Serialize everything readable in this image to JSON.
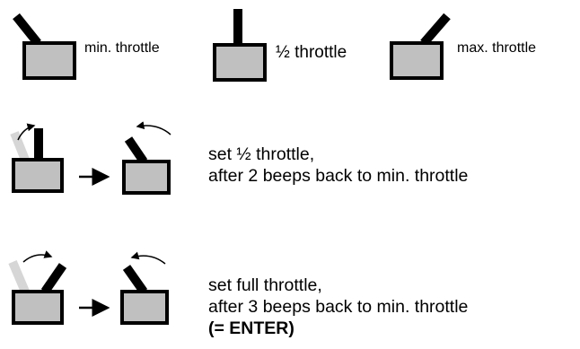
{
  "positions": {
    "min": "min. throttle",
    "half": "½  throttle",
    "max": "max. throttle"
  },
  "steps": [
    {
      "line1": "set ½  throttle,",
      "line2": "after 2 beeps back to min. throttle"
    },
    {
      "line1": "set full throttle,",
      "line2": "after 3 beeps back to min. throttle",
      "line3": "(= ENTER)"
    }
  ],
  "colors": {
    "box_fill": "#c0c0c0",
    "ghost_lever": "#d6d6d6",
    "ink": "#000000"
  }
}
